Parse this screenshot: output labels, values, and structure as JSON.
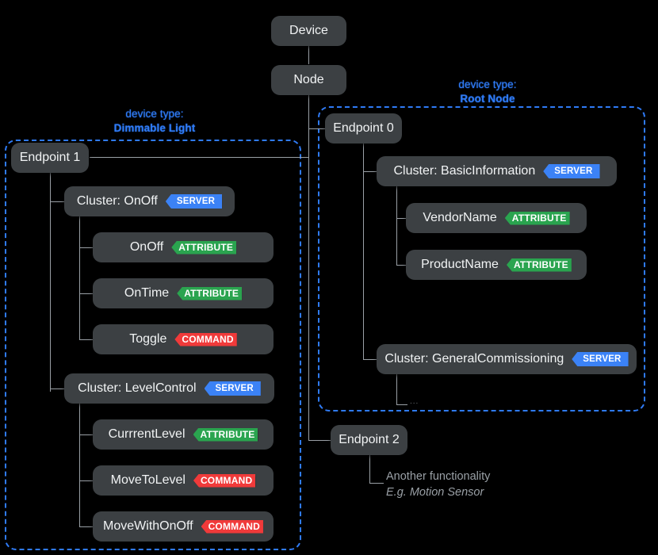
{
  "diagram": {
    "title_nodes": {
      "device": "Device",
      "node": "Node"
    },
    "groups": [
      {
        "id": "dimmable-light",
        "label_top": "device type:",
        "label_name": "Dimmable Light"
      },
      {
        "id": "root-node",
        "label_top": "device type:",
        "label_name": "Root Node"
      }
    ],
    "endpoints": {
      "endpoint0": "Endpoint 0",
      "endpoint1": "Endpoint 1",
      "endpoint2": "Endpoint 2"
    },
    "clusters": {
      "onoff": "Cluster: OnOff",
      "levelcontrol": "Cluster: LevelControl",
      "basicinformation": "Cluster: BasicInformation",
      "generalcommissioning": "Cluster: GeneralCommissioning"
    },
    "elements": {
      "onoff_attr": "OnOff",
      "ontime_attr": "OnTime",
      "toggle_cmd": "Toggle",
      "currentlevel_attr": "CurrrentLevel",
      "movetolevel_cmd": "MoveToLevel",
      "movewithonoff_cmd": "MoveWithOnOff",
      "vendorname_attr": "VendorName",
      "productname_attr": "ProductName"
    },
    "badges": {
      "server": "SERVER",
      "attribute": "ATTRIBUTE",
      "command": "COMMAND"
    },
    "ellipsis": "...",
    "endpoint2_note": {
      "line1": "Another functionality",
      "line2": "E.g. Motion Sensor"
    },
    "colors": {
      "background": "#000000",
      "box_fill": "#3c4043",
      "box_text": "#f1f3f4",
      "group_border": "#2f7bf6",
      "group_label": "#2f7bf6",
      "connector": "#9aa0a6",
      "badge_server": "#3b82f6",
      "badge_attribute": "#2aa44f",
      "badge_command": "#f03a3a",
      "note_text": "#9aa0a6"
    }
  }
}
